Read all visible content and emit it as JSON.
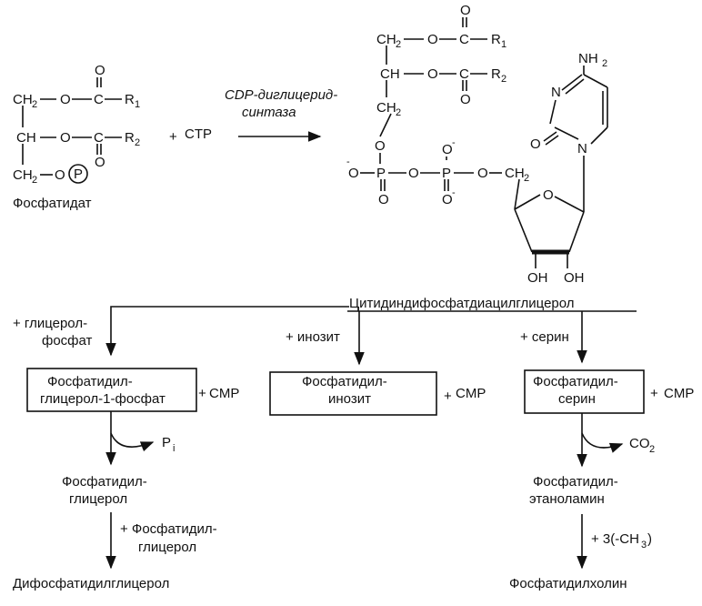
{
  "start": {
    "substrate": "Фосфатидат",
    "cosubstrate": "CTP",
    "enzyme_line1": "CDP-диглицерид-",
    "enzyme_line2": "синтаза",
    "phosphate_symbol": "P"
  },
  "mol": {
    "ch2": "CH",
    "ch": "CH",
    "sub2": "2",
    "o": "O",
    "c": "C",
    "r": "R",
    "one": "1",
    "two": "2",
    "p": "P",
    "minus": "-",
    "n": "N",
    "nh": "NH",
    "oh": "OH"
  },
  "intermediate": "Цитидиндифосфатдиацилглицерол",
  "branches": {
    "left": {
      "reagent_line1": "+ глицерол-",
      "reagent_line2": "фосфат",
      "box_line1": "Фосфатидил-",
      "box_line2": "глицерол-1-фосфат",
      "side_product": "CMP",
      "released": "P",
      "released_sub": "i",
      "product_line1": "Фосфатидил-",
      "product_line2": "глицерол",
      "reagent2_line1": "+ Фосфатидил-",
      "reagent2_line2": "глицерол",
      "final": "Дифосфатидилглицерол"
    },
    "middle": {
      "reagent": "+ инозит",
      "box_line1": "Фосфатидил-",
      "box_line2": "инозит",
      "side_product": "CMP"
    },
    "right": {
      "reagent": "+ серин",
      "box_line1": "Фосфатидил-",
      "box_line2": "серин",
      "side_product": "CMP",
      "released": "CO",
      "released_sub": "2",
      "product_line1": "Фосфатидил-",
      "product_line2": "этаноламин",
      "reagent2": "+ 3(-CH",
      "reagent2_sub": "3",
      "reagent2_end": ")",
      "final": "Фосфатидилхолин"
    }
  },
  "plus": "+"
}
